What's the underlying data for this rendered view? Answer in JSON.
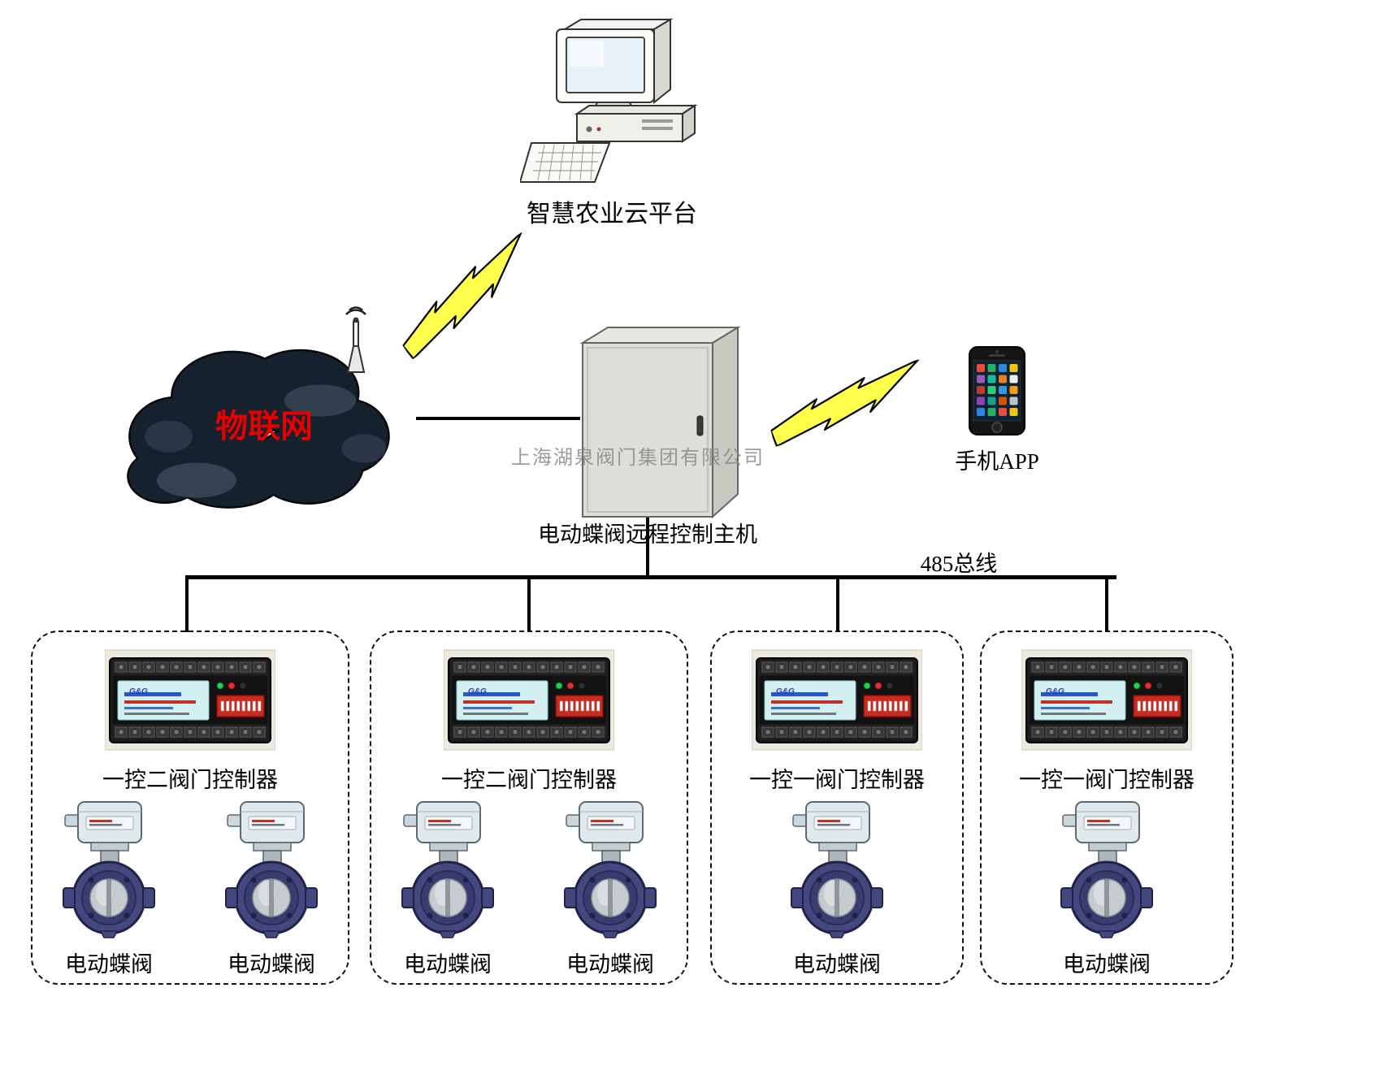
{
  "labels": {
    "cloud_platform": "智慧农业云平台",
    "iot": "物联网",
    "host": "电动蝶阀远程控制主机",
    "watermark": "上海湖泉阀门集团有限公司",
    "phone_app": "手机APP",
    "bus": "485总线",
    "controller_logo": "G&G"
  },
  "groups": [
    {
      "controller_label": "一控二阀门控制器",
      "valves": [
        "电动蝶阀",
        "电动蝶阀"
      ]
    },
    {
      "controller_label": "一控二阀门控制器",
      "valves": [
        "电动蝶阀",
        "电动蝶阀"
      ]
    },
    {
      "controller_label": "一控一阀门控制器",
      "valves": [
        "电动蝶阀"
      ]
    },
    {
      "controller_label": "一控一阀门控制器",
      "valves": [
        "电动蝶阀"
      ]
    }
  ],
  "colors": {
    "iot_text": "#e60000",
    "lightning": "#ffff4d",
    "bus_line": "#000000",
    "controller_panel": "#d2eff1",
    "valve_body": "#45487e"
  }
}
